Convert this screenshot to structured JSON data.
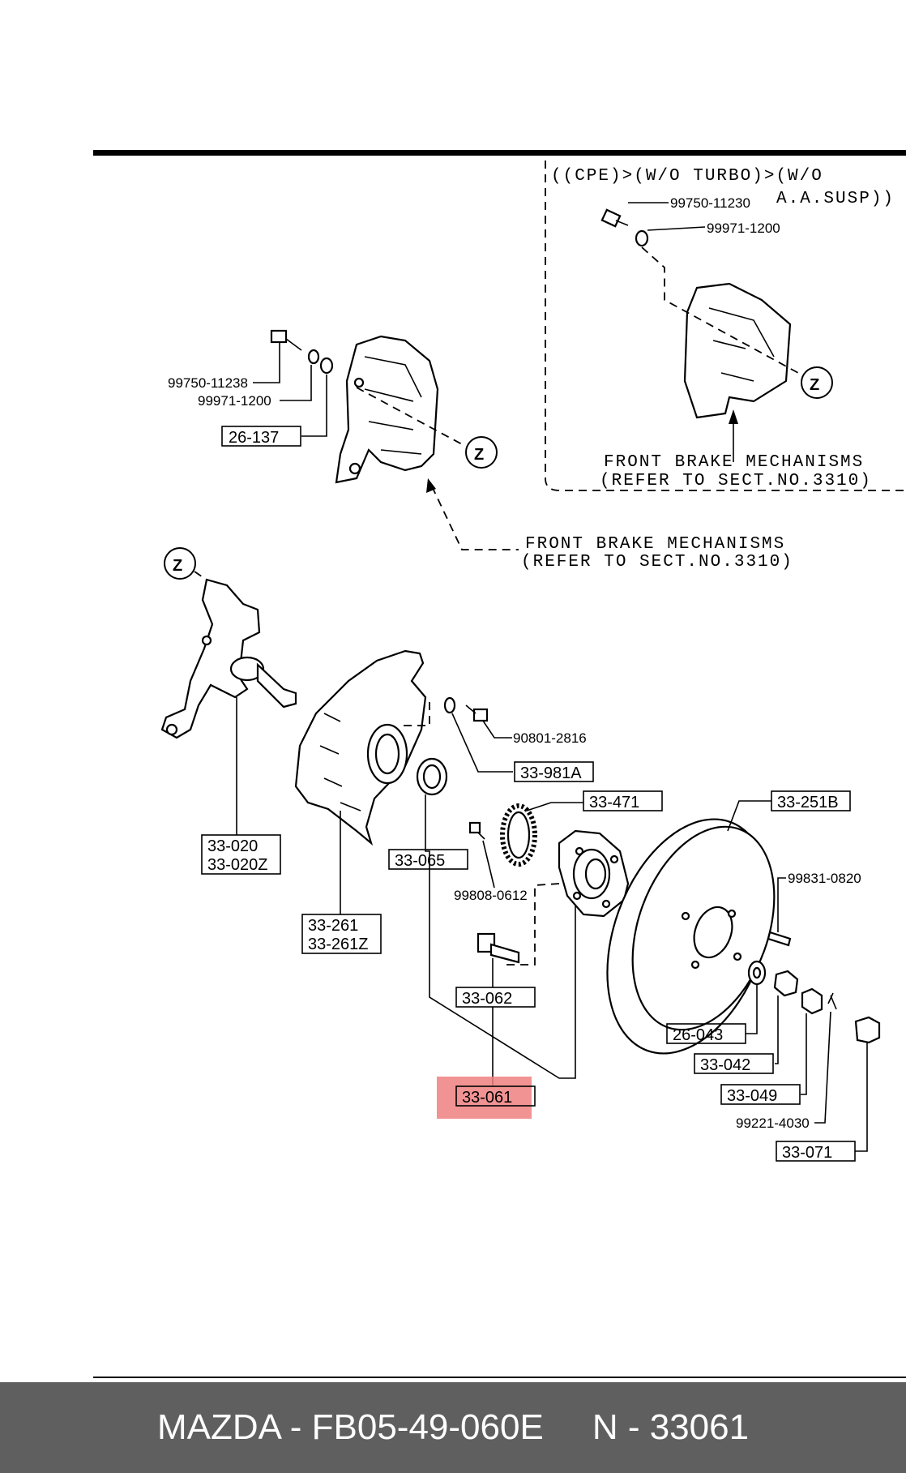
{
  "header_note": {
    "line1": "((CPE)>(W/O TURBO)>(W/O",
    "line2": "A.A.SUSP))"
  },
  "brake_ref_inset": {
    "line1": "FRONT BRAKE MECHANISMS",
    "line2": "(REFER TO SECT.NO.3310)"
  },
  "brake_ref_main": {
    "line1": "FRONT BRAKE MECHANISMS",
    "line2": "(REFER TO SECT.NO.3310)"
  },
  "ref_marker": "Z",
  "labels": {
    "p9975011230": "99750-11230",
    "p999711200_inset": "99971-1200",
    "p9975011238": "99750-11238",
    "p999711200": "99971-1200",
    "p26137": "26-137",
    "p908012816": "90801-2816",
    "p33981a": "33-981A",
    "p33471": "33-471",
    "p33251b": "33-251B",
    "p33020": "33-020",
    "p33020z": "33-020Z",
    "p33065": "33-065",
    "p998080612": "99808-0612",
    "p998310820": "99831-0820",
    "p33261": "33-261",
    "p33261z": "33-261Z",
    "p33062": "33-062",
    "p26043": "26-043",
    "p33042": "33-042",
    "p33061": "33-061",
    "p33049": "33-049",
    "p992214030": "99221-4030",
    "p33071": "33-071"
  },
  "highlight_color": "#f08080",
  "footer": {
    "part": "MAZDA - FB05-49-060E",
    "number": "N - 33061"
  }
}
